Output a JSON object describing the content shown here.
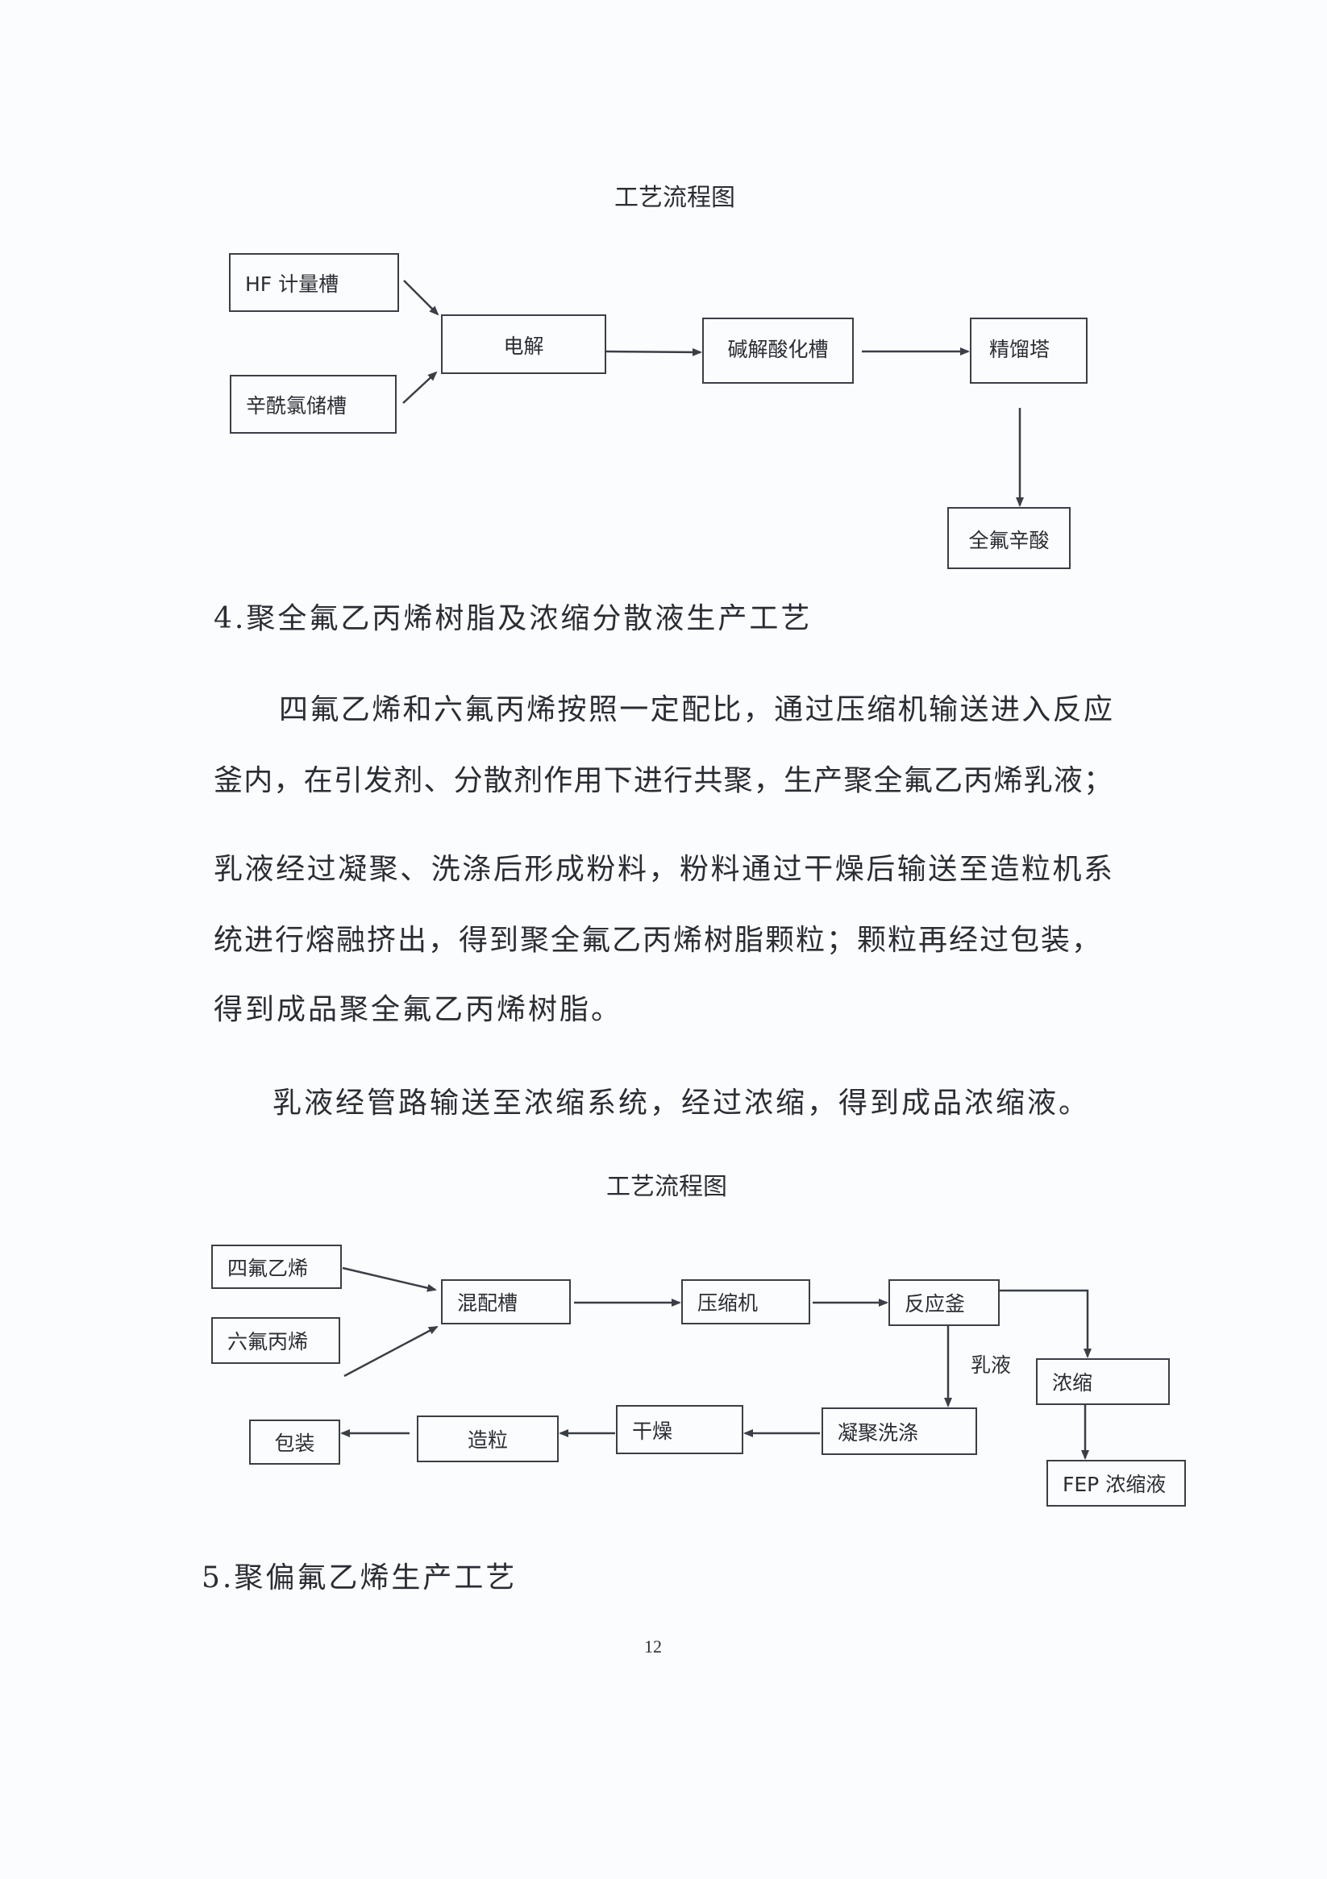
{
  "diagram1": {
    "title": "工艺流程图",
    "boxes": {
      "hf_tank": "HF 计量槽",
      "octanoyl_tank": "辛酰氯储槽",
      "electrolysis": "电解",
      "alkali_acid_tank": "碱解酸化槽",
      "rectifier": "精馏塔",
      "pfoa": "全氟辛酸"
    }
  },
  "section4": {
    "heading": "4.聚全氟乙丙烯树脂及浓缩分散液生产工艺",
    "lines": [
      "四氟乙烯和六氟丙烯按照一定配比，通过压缩机输送进入反应",
      "釜内，在引发剂、分散剂作用下进行共聚，生产聚全氟乙丙烯乳液；",
      "乳液经过凝聚、洗涤后形成粉料，粉料通过干燥后输送至造粒机系",
      "统进行熔融挤出，得到聚全氟乙丙烯树脂颗粒；颗粒再经过包装，",
      "得到成品聚全氟乙丙烯树脂。",
      "乳液经管路输送至浓缩系统，经过浓缩，得到成品浓缩液。"
    ]
  },
  "diagram2": {
    "title": "工艺流程图",
    "boxes": {
      "tfe": "四氟乙烯",
      "hfp": "六氟丙烯",
      "mixing_tank": "混配槽",
      "compressor": "压缩机",
      "reactor": "反应釜",
      "concentration": "浓缩",
      "fep_concentrate": "FEP 浓缩液",
      "coagulation_washing": "凝聚洗涤",
      "drying": "干燥",
      "granulation": "造粒",
      "packaging": "包装"
    },
    "edge_label": "乳液"
  },
  "section5": {
    "heading": "5.聚偏氟乙烯生产工艺"
  },
  "page_number": "12"
}
